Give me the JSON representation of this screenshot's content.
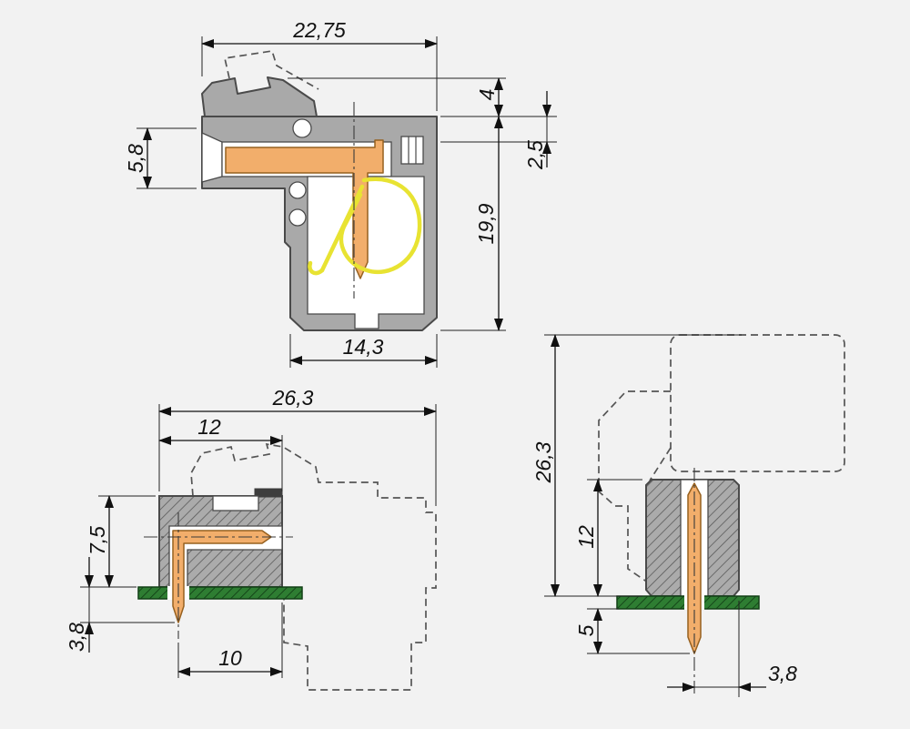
{
  "colors": {
    "background": "#f2f2f2",
    "body_gray": "#a9a9a9",
    "contact_orange": "#f2ae6b",
    "spring_yellow": "#e8e332",
    "pcb_green": "#2e7d32"
  },
  "views": {
    "section": {
      "dims": {
        "total_width": "22,75",
        "latch_offset": "4",
        "entry_height": "5,8",
        "contact_offset": "2,5",
        "body_height": "19,9",
        "bottom_width": "14,3"
      }
    },
    "side": {
      "dims": {
        "total_depth": "26,3",
        "body_depth": "12",
        "height_above_board": "7,5",
        "pin_below_board": "3,8",
        "pin_to_face": "10"
      }
    },
    "front": {
      "dims": {
        "total_height": "26,3",
        "body_height": "12",
        "pin_below_board": "5",
        "pin_edge_offset": "3,8"
      }
    }
  }
}
